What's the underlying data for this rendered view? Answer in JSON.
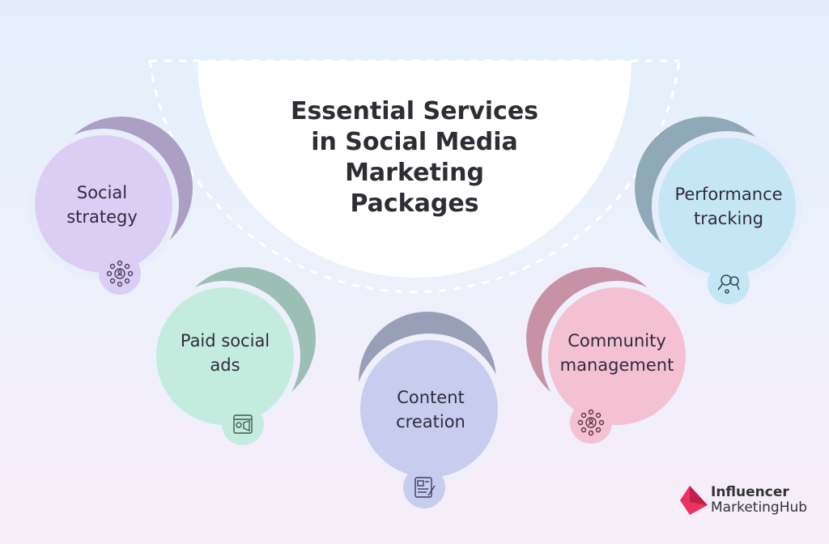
{
  "title": [
    "Essential Services",
    "in Social Media",
    "Marketing",
    "Packages"
  ],
  "services": [
    {
      "line1": "Social",
      "line2": "strategy",
      "icon": "network-person-icon",
      "color": "#dccdf5",
      "arc": "#ab9fc4"
    },
    {
      "line1": "Paid social",
      "line2": "ads",
      "icon": "ad-browser-megaphone-icon",
      "color": "#c3ecdf",
      "arc": "#9cbfb5"
    },
    {
      "line1": "Content",
      "line2": "creation",
      "icon": "document-edit-icon",
      "color": "#c8cdef",
      "arc": "#9a9fb8"
    },
    {
      "line1": "Community",
      "line2": "management",
      "icon": "network-person-icon",
      "color": "#f3c1d2",
      "arc": "#c791a6"
    },
    {
      "line1": "Performance",
      "line2": "tracking",
      "icon": "magnifier-analytics-icon",
      "color": "#c5e6f5",
      "arc": "#8fa9b8"
    }
  ],
  "logo": {
    "line1": "Influencer",
    "line2": "MarketingHub",
    "color": "#e8325f"
  }
}
